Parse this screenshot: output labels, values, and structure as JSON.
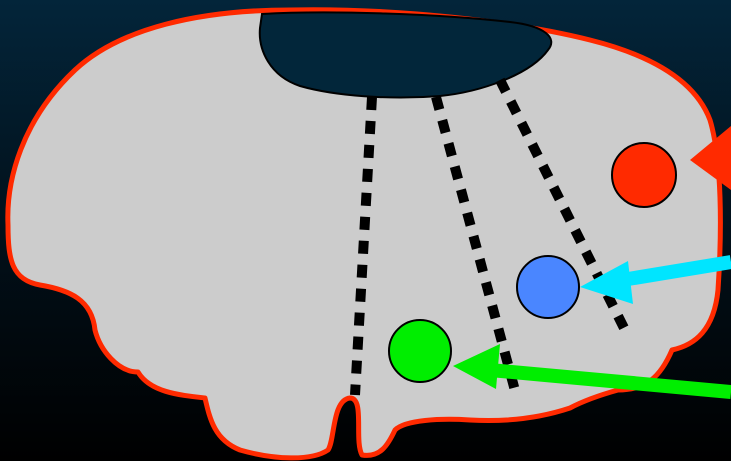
{
  "diagram": {
    "colors": {
      "background_top": "#03253a",
      "background_bottom": "#000000",
      "body_fill": "#cccccc",
      "body_outline": "#ff2a00",
      "cavity_fill": "#02263a",
      "dotted_line": "#000000",
      "dot_outline": "#000000"
    },
    "markers": [
      {
        "name": "red-dot",
        "color": "#ff2a00"
      },
      {
        "name": "blue-dot",
        "color": "#4a86ff"
      },
      {
        "name": "green-dot",
        "color": "#00ee00"
      }
    ],
    "arrows": [
      {
        "name": "red-arrow",
        "color": "#ff2a00",
        "target": "red-dot"
      },
      {
        "name": "cyan-arrow",
        "color": "#00e5ff",
        "target": "blue-dot"
      },
      {
        "name": "green-arrow",
        "color": "#00ee00",
        "target": "green-dot"
      }
    ]
  }
}
